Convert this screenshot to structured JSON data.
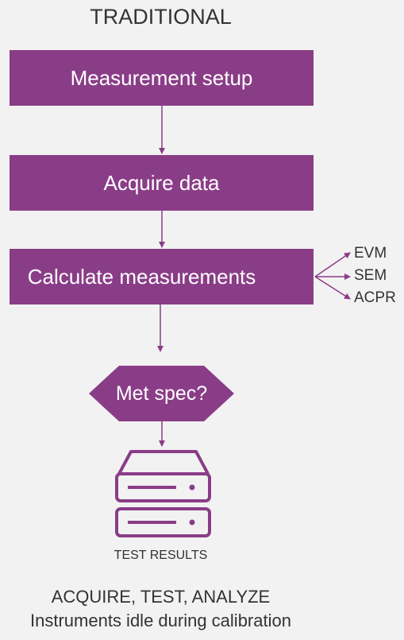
{
  "diagram": {
    "heading": "TRADITIONAL",
    "steps": [
      "Measurement setup",
      "Acquire data",
      "Calculate measurements"
    ],
    "outputs": [
      "EVM",
      "SEM",
      "ACPR"
    ],
    "decision": "Met spec?",
    "results_caption": "TEST RESULTS",
    "footer_title": "ACQUIRE, TEST, ANALYZE",
    "footer_subtitle": "Instruments idle during calibration"
  },
  "colors": {
    "accent": "#8a3d87",
    "background": "#f2f2f2",
    "text": "#333333"
  },
  "icons": [
    "server-icon"
  ]
}
